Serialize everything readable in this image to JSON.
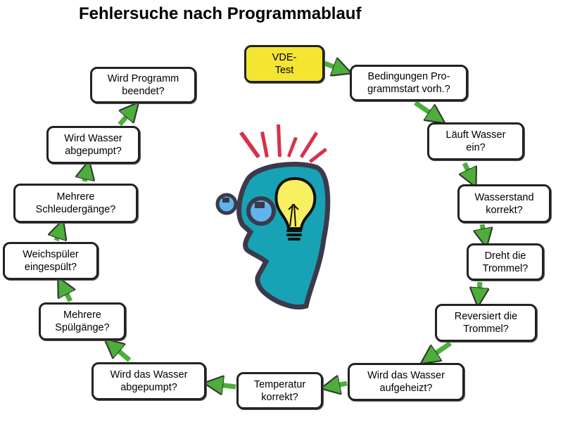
{
  "title": "Fehlersuche nach Programmablauf",
  "steps": [
    {
      "label": "VDE-\nTest"
    },
    {
      "label": "Bedingungen Pro-\ngrammstart vorh.?"
    },
    {
      "label": "Läuft Wasser\nein?"
    },
    {
      "label": "Wasserstand\nkorrekt?"
    },
    {
      "label": "Dreht die\nTrommel?"
    },
    {
      "label": "Reversiert die\nTrommel?"
    },
    {
      "label": "Wird das Wasser\naufgeheizt?"
    },
    {
      "label": "Temperatur\nkorrekt?"
    },
    {
      "label": "Wird das Wasser\nabgepumpt?"
    },
    {
      "label": "Mehrere\nSpülgänge?"
    },
    {
      "label": "Weichspüler\neingespült?"
    },
    {
      "label": "Mehrere\nSchleudergänge?"
    },
    {
      "label": "Wird Wasser\nabgepumpt?"
    },
    {
      "label": "Wird Programm\nbeendet?"
    }
  ],
  "colors": {
    "arrow": "#4caf3a",
    "start_box": "#f3e531",
    "head": "#17a3b5",
    "bulb": "#f8f060",
    "rays": "#d9304a",
    "eyes": "#5fb4ec"
  }
}
